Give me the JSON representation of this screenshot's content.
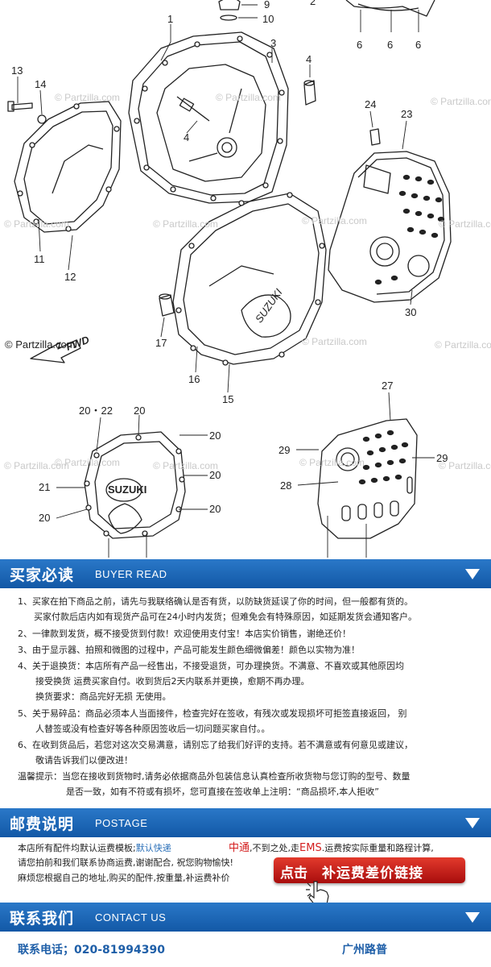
{
  "diagram": {
    "watermark": "© Partzilla.com",
    "fwd_label": "FWD",
    "part_numbers": {
      "n1": "1",
      "n2": "2",
      "n3": "3",
      "n4a": "4",
      "n4b": "4",
      "n6a": "6",
      "n6b": "6",
      "n6c": "6",
      "n9": "9",
      "n10": "10",
      "n11": "11",
      "n12": "12",
      "n13": "13",
      "n14": "14",
      "n15": "15",
      "n16": "16",
      "n17": "17",
      "n20_22": "20・22",
      "n20a": "20",
      "n20b": "20",
      "n20c": "20",
      "n20d": "20",
      "n20e": "20",
      "n20f": "20",
      "n21": "21",
      "n23": "23",
      "n24": "24",
      "n27": "27",
      "n28": "28",
      "n29a": "29",
      "n29b": "29",
      "n30": "30"
    },
    "cover_logo": "SUZUKI"
  },
  "buyer_read": {
    "title_cn": "买家必读",
    "title_en": "BUYER READ",
    "lines": [
      "1、买家在拍下商品之前，请先与我联络确认是否有货，以防缺货延误了你的时间，但一般都有货的。",
      "买家付款后店内如有现货产品可在24小时内发货；但难免会有特殊原因，如延期发货会通知客户。",
      "2、一律款到发货，概不接受货到付款！欢迎使用支付宝！本店实价销售，谢绝还价！",
      "3、由于显示器、拍照和微图的过程中，产品可能发生颜色细微偏差！颜色以实物为准！",
      "4、关于退换货：本店所有产品一经售出，不接受退货，可办理换货。不满意、不喜欢或其他原因均",
      "接受换货 运费买家自付。收到货后2天内联系并更换，愈期不再办理。",
      "换货要求：商品完好无损 无使用。",
      "5、关于易碎品：商品必须本人当面接件，检查完好在签收，有残次或发现损坏可拒签直接返回， 别",
      "人替签或没有检查好等各种原因签收后一切问题买家自付。。",
      "6、在收到货品后，若您对这次交易满意，请别忘了给我们好评的支持。若不满意或有何意见或建议，",
      "敬请告诉我们以便改进！",
      "温馨提示：当您在接收到货物时,请务必依据商品外包装信息认真检查所收货物与您订购的型号、数量",
      "是否一致，如有不符或有损坏，您可直接在签收单上注明：“商品损坏,本人拒收”"
    ]
  },
  "postage": {
    "title_cn": "邮费说明",
    "title_en": "POSTAGE",
    "line1_a": "本店所有配件均默认运费模板;",
    "line1_b": "默认快递",
    "line1_c": "中通",
    "line1_d": ",不到之处,走",
    "line1_e": "EMS",
    "line1_f": ".运费按实际重量和路程计算,",
    "line2": "请您拍前和我们联系协商运费,谢谢配合, 祝您购物愉快!",
    "line3": "麻烦您根据自己的地址,购买的配件,按重量,补运费补价",
    "button_a": "点击",
    "button_b": "补运费差价链接"
  },
  "contact": {
    "title_cn": "联系我们",
    "title_en": "CONTACT US",
    "phone": "联系电话；020-81994390",
    "company": "广州路普"
  }
}
